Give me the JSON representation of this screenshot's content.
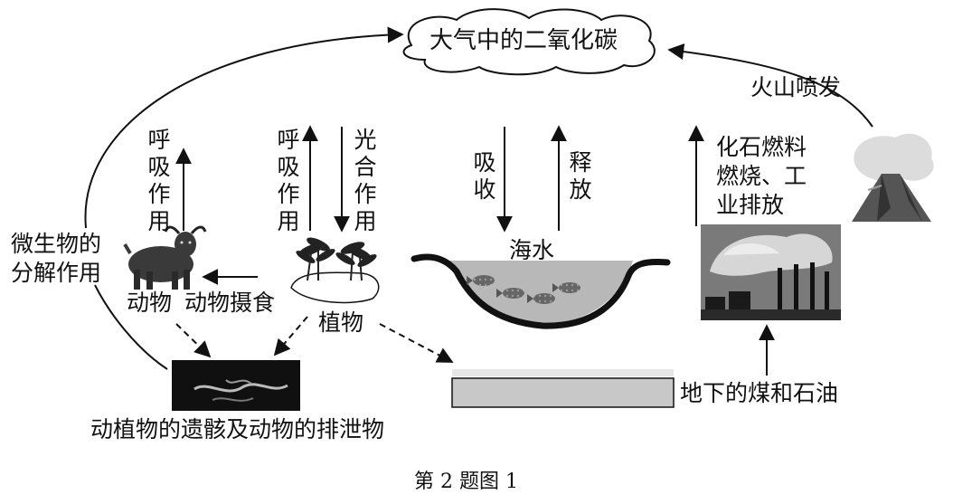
{
  "diagram": {
    "atmosphere_co2": "大气中的二氧化碳",
    "volcano_eruption": "火山喷发",
    "fossil_fuel_line1": "化石燃料",
    "fossil_fuel_line2": "燃烧、工",
    "fossil_fuel_line3": "业排放",
    "microbe_line1": "微生物的",
    "microbe_line2": "分解作用",
    "animal_respiration": "呼吸作用",
    "plant_respiration": "呼吸作用",
    "photosynthesis": "光合作用",
    "absorb": "吸收",
    "release": "释放",
    "seawater": "海水",
    "animal": "动物",
    "animal_feeding": "动物摄食",
    "plant": "植物",
    "remains": "动植物的遗骸及动物的排泄物",
    "coal_oil": "地下的煤和石油",
    "caption": "第 2 题图 1"
  }
}
